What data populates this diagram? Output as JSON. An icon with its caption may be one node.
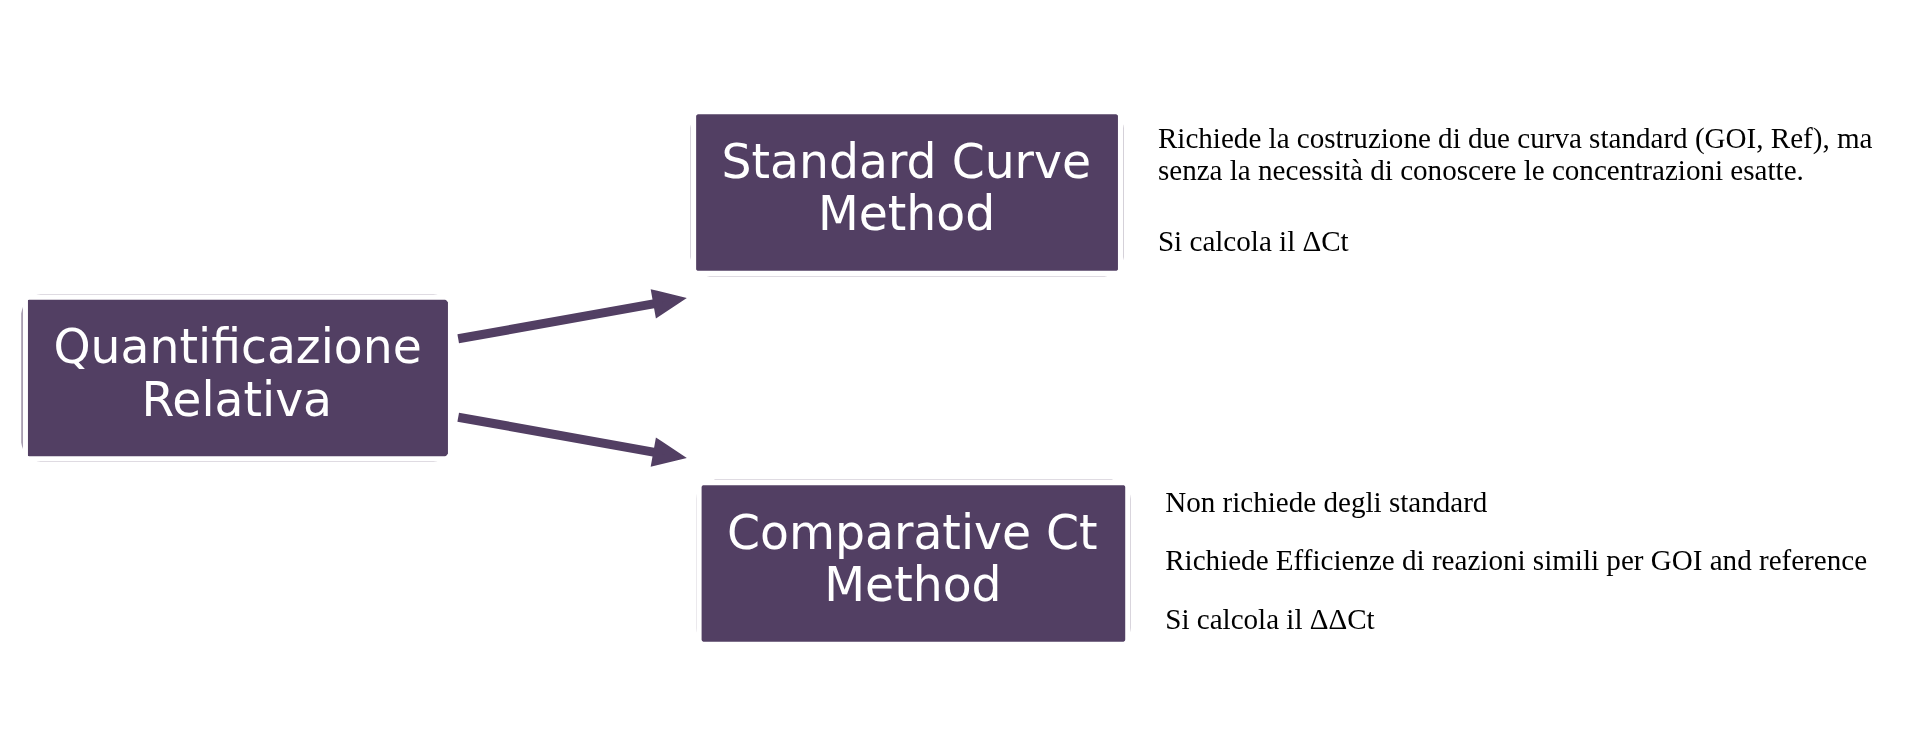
{
  "diagram": {
    "nodes": [
      {
        "text": [
          "Quantificazione Relativa"
        ]
      },
      {
        "text": [
          "Standard Curve Method"
        ],
        "beside": [
          "Richiede la costruzione di due curva standard (GOI, Ref), ma senza la necessità di conoscere le concentrazioni esatte.",
          "Si calcola il ΔCt"
        ]
      },
      {
        "text": [
          "Comparative Ct Method"
        ],
        "beside": [
          "Non richiede degli standard",
          "Richiede Efficienze di reazioni simili per GOI and reference",
          "Si calcola il ΔΔCt"
        ]
      }
    ],
    "edges": [
      {
        "from": 0,
        "to": 1,
        "arrow": "to"
      },
      {
        "from": 0,
        "to": 2,
        "arrow": "to"
      }
    ]
  }
}
